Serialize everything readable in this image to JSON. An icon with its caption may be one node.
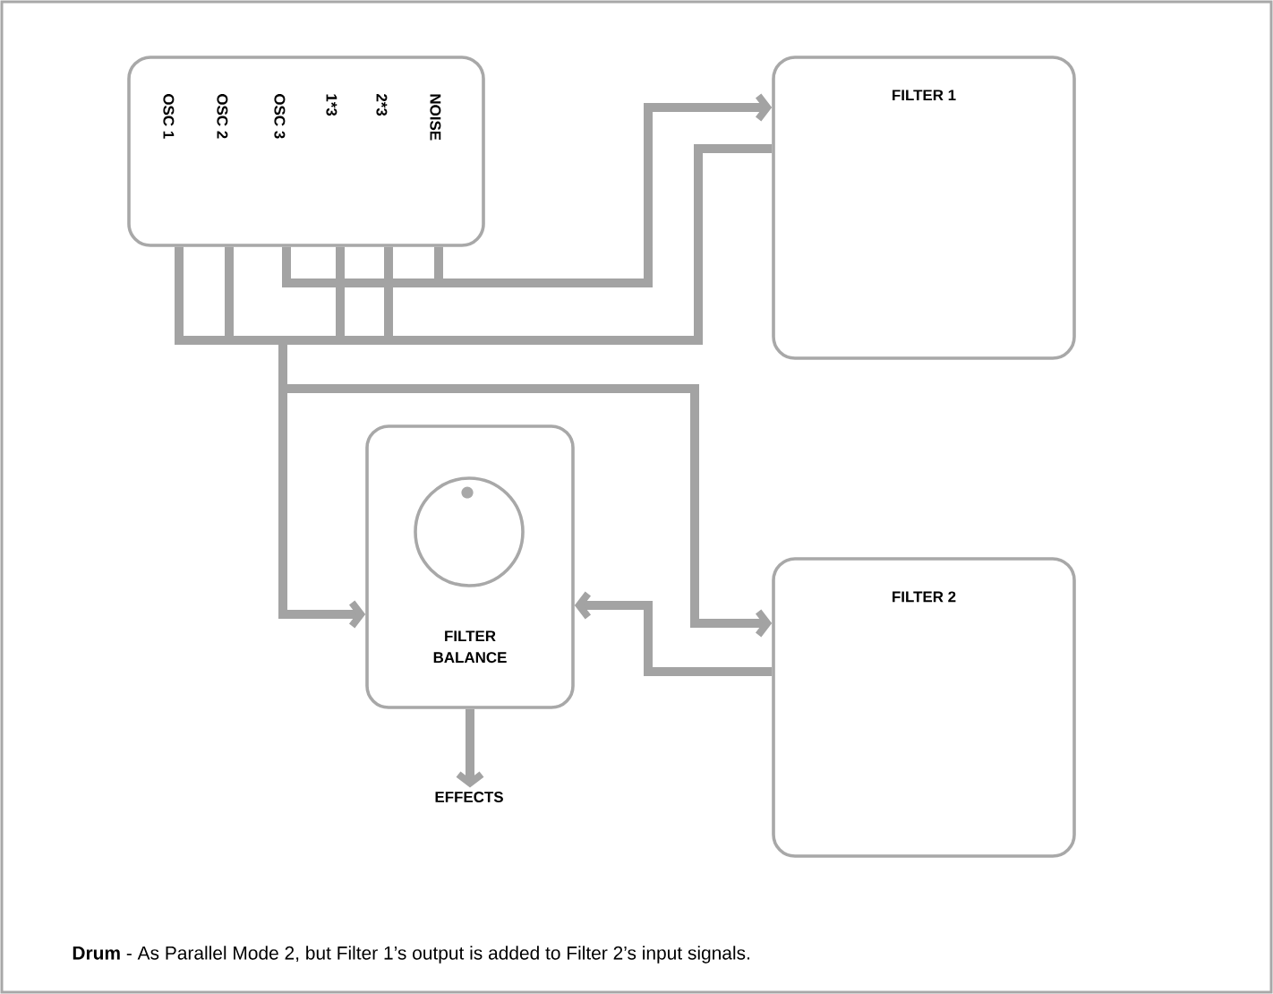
{
  "diagram": {
    "caption": "**Drum** - As Parallel Mode 2, but Filter 1’s output is added to Filter 2’s input signals.",
    "nodes": [
      {
        "text": [
          "OSC 1",
          "OSC 2",
          "OSC 3",
          "1*3",
          "2*3",
          "NOISE"
        ]
      },
      {
        "text": [
          "FILTER 1"
        ]
      },
      {
        "text": [
          "FILTER 2"
        ]
      },
      {
        "text": [
          "FILTER BALANCE"
        ]
      },
      {
        "text": [
          "EFFECTS"
        ]
      }
    ],
    "edges": [
      {
        "from": 0,
        "to": 1,
        "arrow": "to"
      },
      {
        "from": 0,
        "to": 3,
        "arrow": "to"
      },
      {
        "from": 0,
        "to": 2,
        "arrow": "to"
      },
      {
        "from": 1,
        "to": 3,
        "arrow": "to"
      },
      {
        "from": 1,
        "to": 2,
        "arrow": "to"
      },
      {
        "from": 2,
        "to": 3,
        "arrow": "to"
      },
      {
        "from": 3,
        "to": 4,
        "arrow": "to"
      }
    ]
  }
}
